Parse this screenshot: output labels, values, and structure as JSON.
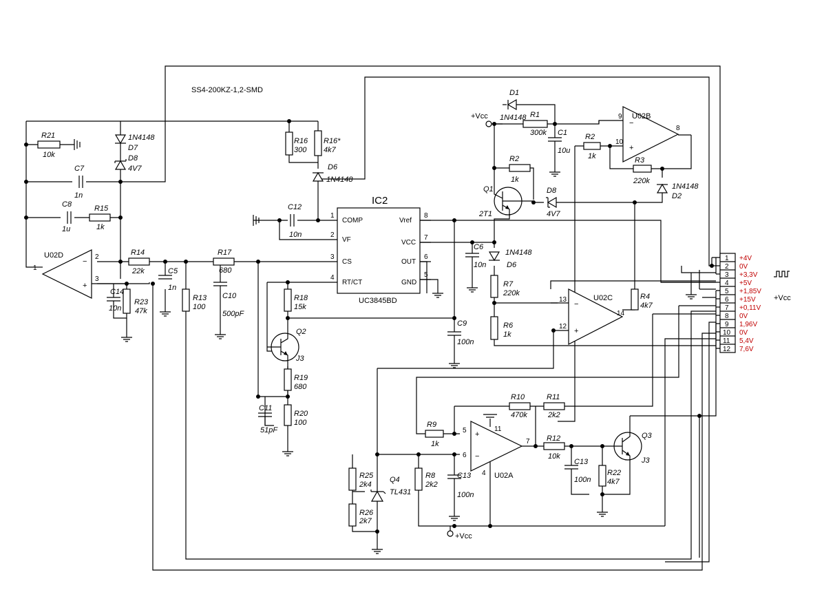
{
  "title": "SS4-200KZ-1,2-SMD",
  "ic2": {
    "name": "IC2",
    "part": "UC3845BD",
    "pins": {
      "1": "COMP",
      "2": "VF",
      "3": "CS",
      "4": "RT/CT",
      "5": "GND",
      "6": "OUT",
      "7": "VCC",
      "8": "Vref"
    }
  },
  "opamps": {
    "d": "U02D",
    "b": "U02B",
    "c": "U02C",
    "a": "U02A"
  },
  "pin_numbers": {
    "p1": "1",
    "p2": "2",
    "p3": "3",
    "p4": "4",
    "p5": "5",
    "p6": "6",
    "p7": "7",
    "p8": "8",
    "p9": "9",
    "p10": "10",
    "p11": "11",
    "p12": "12",
    "p13": "13",
    "p14": "14"
  },
  "signs": {
    "minus": "−",
    "plus": "+"
  },
  "components": {
    "r21": [
      "R21",
      "10k"
    ],
    "d7": [
      "1N4148",
      "D7"
    ],
    "d8": [
      "D8",
      "4V7"
    ],
    "c7": [
      "C7",
      "1n"
    ],
    "c8": [
      "C8",
      "1u"
    ],
    "r15": [
      "R15",
      "1k"
    ],
    "r14": [
      "R14",
      "22k"
    ],
    "c5": [
      "C5",
      "1n"
    ],
    "c14": [
      "C14",
      "10n"
    ],
    "r23": [
      "R23",
      "47k"
    ],
    "r13": [
      "R13",
      "100"
    ],
    "r17": [
      "R17",
      "680"
    ],
    "c10": [
      "C10",
      "500pF"
    ],
    "r16": [
      "R16",
      "300"
    ],
    "r16s": [
      "R16*",
      "4k7"
    ],
    "d6a": [
      "D6",
      "1N4148"
    ],
    "c12": [
      "C12",
      "10n"
    ],
    "r18": [
      "R18",
      "15k"
    ],
    "q2": [
      "Q2",
      "J3"
    ],
    "r19": [
      "R19",
      "680"
    ],
    "c11": [
      "C11",
      "51pF"
    ],
    "r20": [
      "R20",
      "100"
    ],
    "c9": [
      "C9",
      "100n"
    ],
    "d1": [
      "D1",
      "1N4148"
    ],
    "r1": [
      "R1",
      "300k"
    ],
    "c1": [
      "C1",
      "10u"
    ],
    "r2a": [
      "R2",
      "1k"
    ],
    "r2b": [
      "R2",
      "1k"
    ],
    "r3": [
      "R3",
      "220k"
    ],
    "d2": [
      "1N4148",
      "D2"
    ],
    "d8b": [
      "D8",
      "4V7"
    ],
    "q1": [
      "Q1",
      "2T1"
    ],
    "c6": [
      "C6",
      "10n"
    ],
    "d6b": [
      "1N4148",
      "D6"
    ],
    "r7": [
      "R7",
      "220k"
    ],
    "r6": [
      "R6",
      "1k"
    ],
    "r4": [
      "R4",
      "4k7"
    ],
    "r10": [
      "R10",
      "470k"
    ],
    "r11": [
      "R11",
      "2k2"
    ],
    "r9": [
      "R9",
      "1k"
    ],
    "r12": [
      "R12",
      "10k"
    ],
    "q3": [
      "Q3",
      "J3"
    ],
    "c13a": [
      "C13",
      "100n"
    ],
    "r22": [
      "R22",
      "4k7"
    ],
    "r25": [
      "R25",
      "2k4"
    ],
    "q4": [
      "Q4",
      "TL431"
    ],
    "r26": [
      "R26",
      "2k7"
    ],
    "r8": [
      "R8",
      "2k2"
    ],
    "c13b": [
      "C13",
      "100n"
    ]
  },
  "vcc_labels": {
    "top": "+Vcc",
    "bottom": "+Vcc",
    "connector": "+Vcc"
  },
  "connector": {
    "pins": [
      "1",
      "2",
      "3",
      "4",
      "5",
      "6",
      "7",
      "8",
      "9",
      "10",
      "11",
      "12"
    ],
    "labels": [
      "+4V",
      "0V",
      "+3,3V",
      "+5V",
      "+1,85V",
      "+15V",
      "+0,11V",
      "0V",
      "1,96V",
      "0V",
      "5,4V",
      "7,6V"
    ],
    "label_color": "#c00000"
  }
}
